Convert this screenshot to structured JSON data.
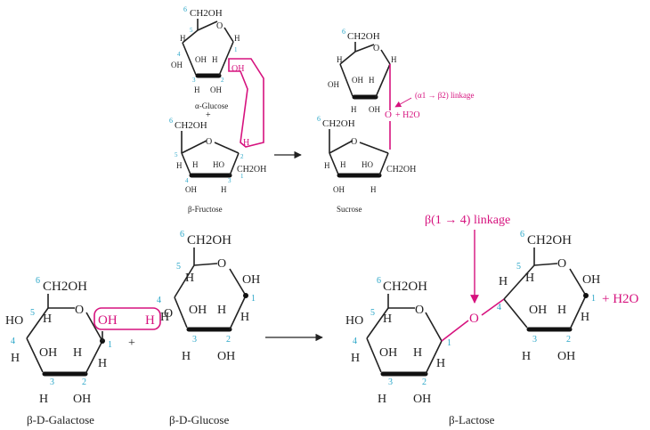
{
  "colors": {
    "label": "#2aa6c8",
    "highlight": "#d6127e",
    "text": "#222222"
  },
  "top": {
    "alpha_glucose": {
      "name": "α-Glucose",
      "ch2oh": "CH2OH",
      "ring_o": "O",
      "oh": "OH",
      "h": "H",
      "c1": "1",
      "c2": "2",
      "c3": "3",
      "c4": "4",
      "c5": "5",
      "c6": "6"
    },
    "plus": "+",
    "beta_fructose": {
      "name": "β-Fructose",
      "ch2oh_top": "CH2OH",
      "ch2oh_right": "CH2OH",
      "ring_o": "O",
      "ho": "HO",
      "oh": "OH",
      "h": "H",
      "c1": "1",
      "c2": "2",
      "c3": "3",
      "c4": "4",
      "c5": "5",
      "c6": "6"
    },
    "sucrose": {
      "name": "Sucrose",
      "linkage": "(α1 → β2) linkage",
      "bridge_o": "O",
      "plus_water": "+ H2O"
    }
  },
  "bottom": {
    "galactose": {
      "name": "β-D-Galactose"
    },
    "glucose": {
      "name": "β-D-Glucose"
    },
    "lactose": {
      "name": "β-Lactose",
      "linkage": "β(1 → 4) linkage",
      "bridge_o": "O"
    },
    "plus": "+",
    "water": "+ H2O",
    "labels": {
      "ch2oh": "CH2OH",
      "oh": "OH",
      "ho": "HO",
      "h": "H",
      "o": "O"
    },
    "nums": {
      "c1": "1",
      "c2": "2",
      "c3": "3",
      "c4": "4",
      "c5": "5",
      "c6": "6"
    }
  }
}
